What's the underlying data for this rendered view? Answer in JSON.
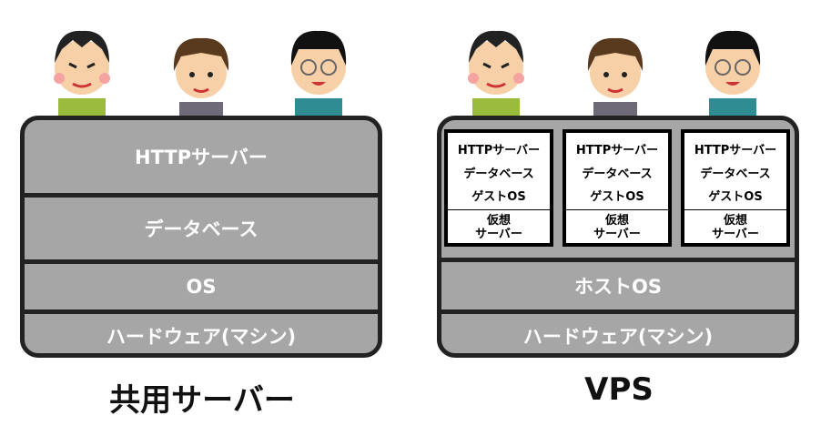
{
  "shared": {
    "title": "共用サーバー",
    "layers": [
      "HTTPサーバー",
      "データベース",
      "OS",
      "ハードウェア(マシン)"
    ]
  },
  "vps": {
    "title": "VPS",
    "vm": {
      "lines": [
        "HTTPサーバー",
        "データベース",
        "ゲストOS"
      ],
      "label1": "仮想",
      "label2": "サーバー"
    },
    "layers": [
      "ホストOS",
      "ハードウェア(マシン)"
    ]
  },
  "colors": {
    "layer": "#a6a6a6",
    "border": "#222222"
  }
}
